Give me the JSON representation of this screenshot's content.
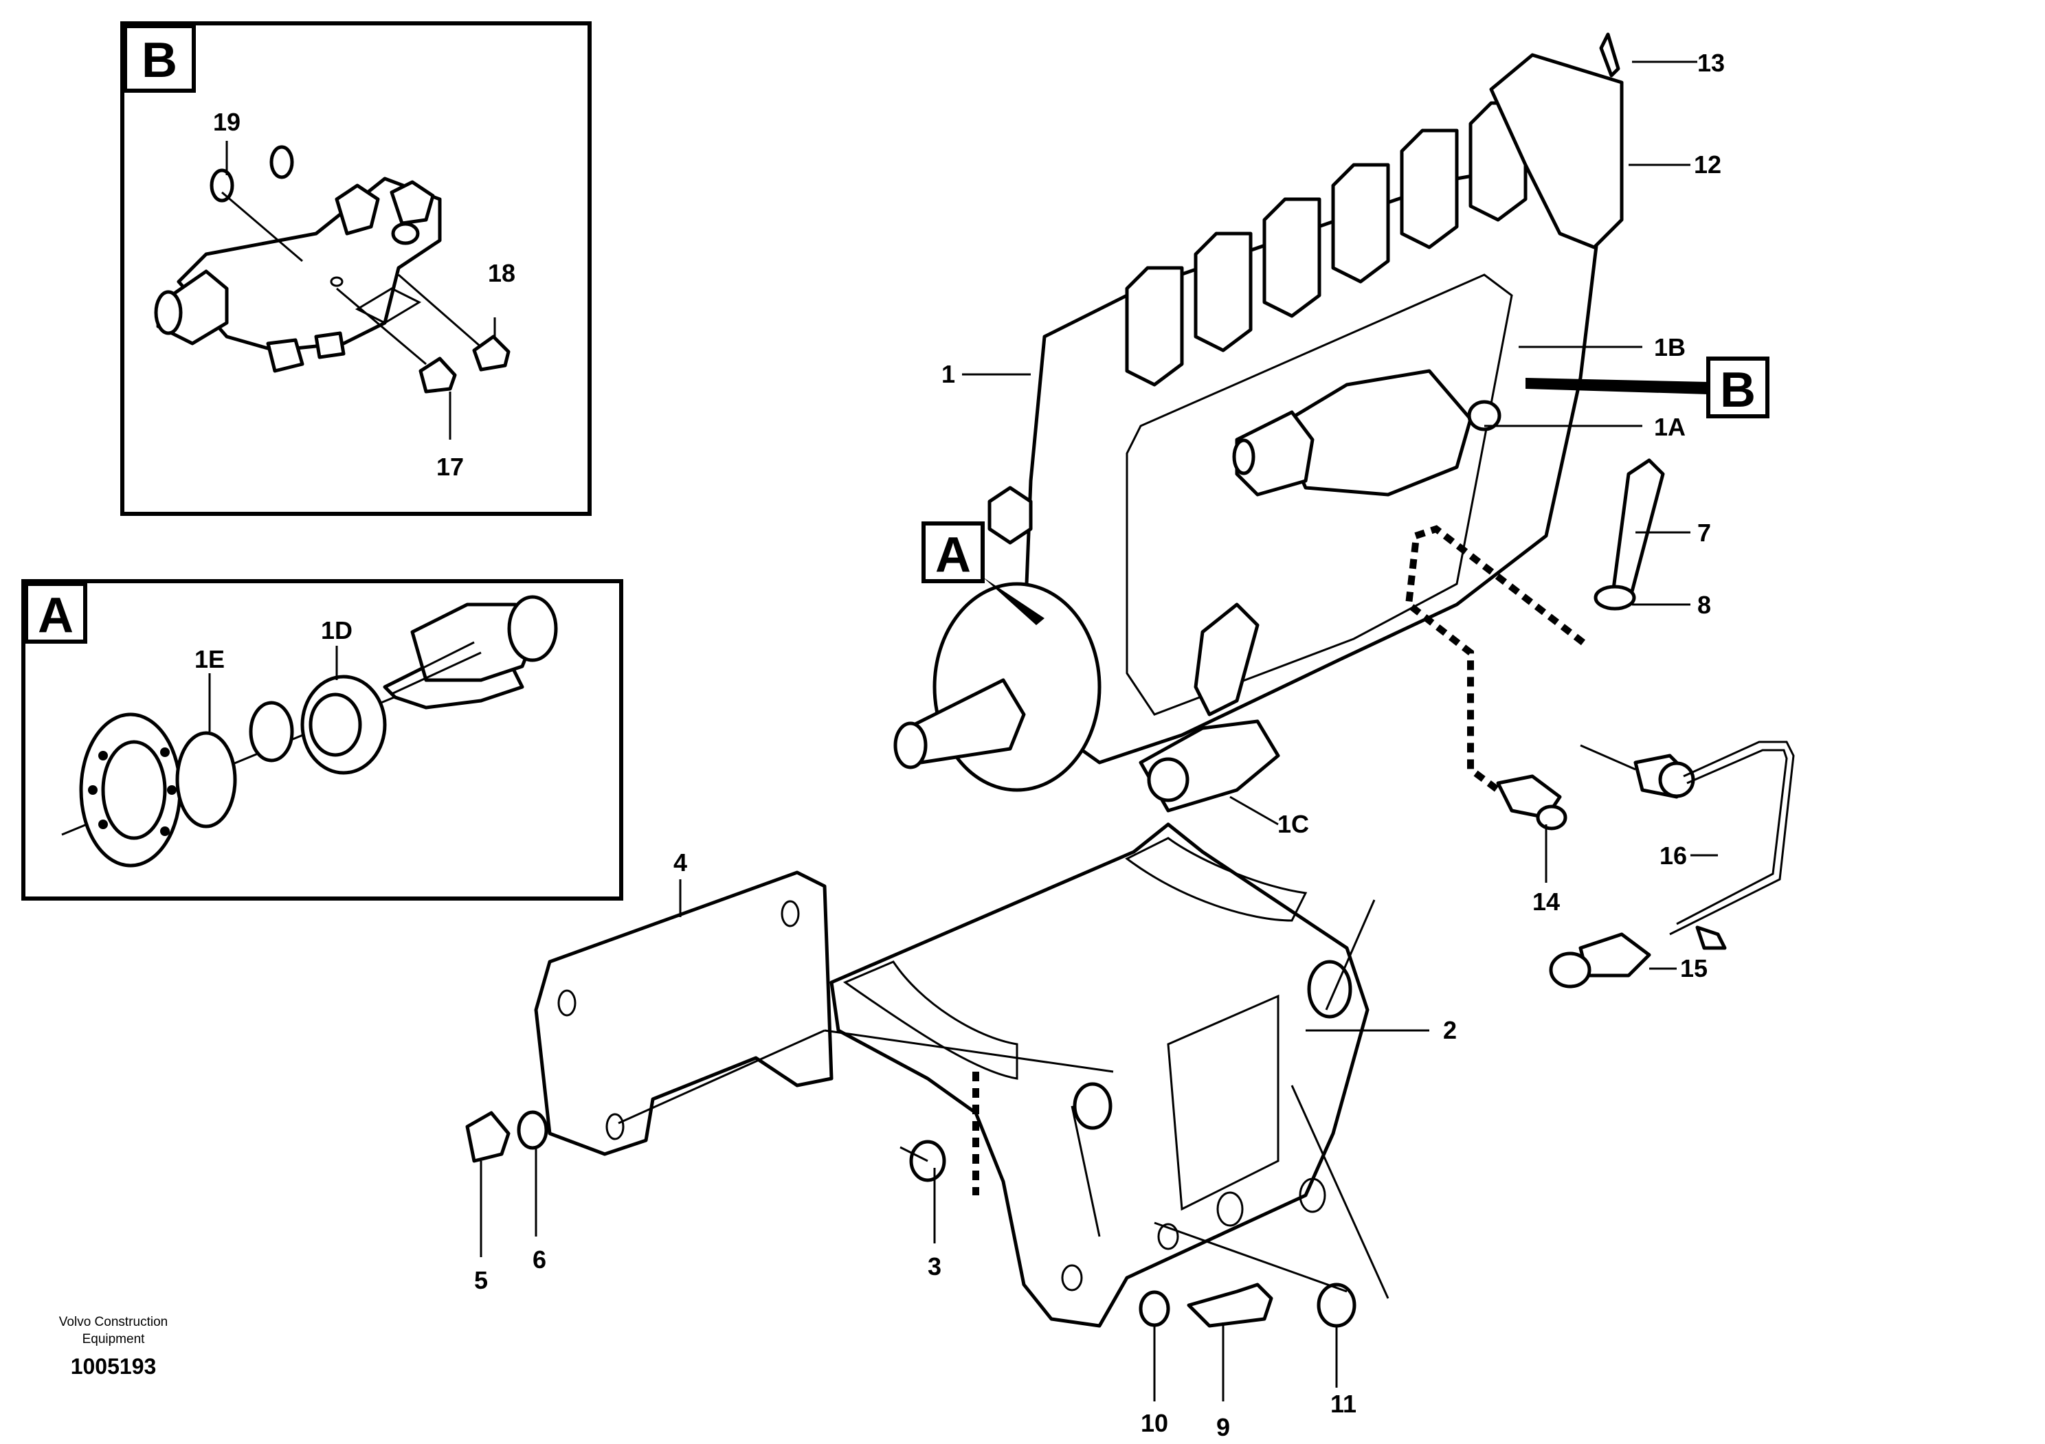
{
  "inset_b": {
    "letter": "B"
  },
  "inset_a": {
    "letter": "A"
  },
  "view_markers": {
    "a": "A",
    "b": "B"
  },
  "callouts": {
    "c1": "1",
    "c1a": "1A",
    "c1b": "1B",
    "c1c": "1C",
    "c1d": "1D",
    "c1e": "1E",
    "c2": "2",
    "c3": "3",
    "c4": "4",
    "c5": "5",
    "c6": "6",
    "c7": "7",
    "c8": "8",
    "c9": "9",
    "c10": "10",
    "c11": "11",
    "c12": "12",
    "c13": "13",
    "c14": "14",
    "c15": "15",
    "c16": "16",
    "c17": "17",
    "c18": "18",
    "c19": "19"
  },
  "footer": {
    "company_line1": "Volvo Construction",
    "company_line2": "Equipment",
    "doc_number": "1005193"
  }
}
